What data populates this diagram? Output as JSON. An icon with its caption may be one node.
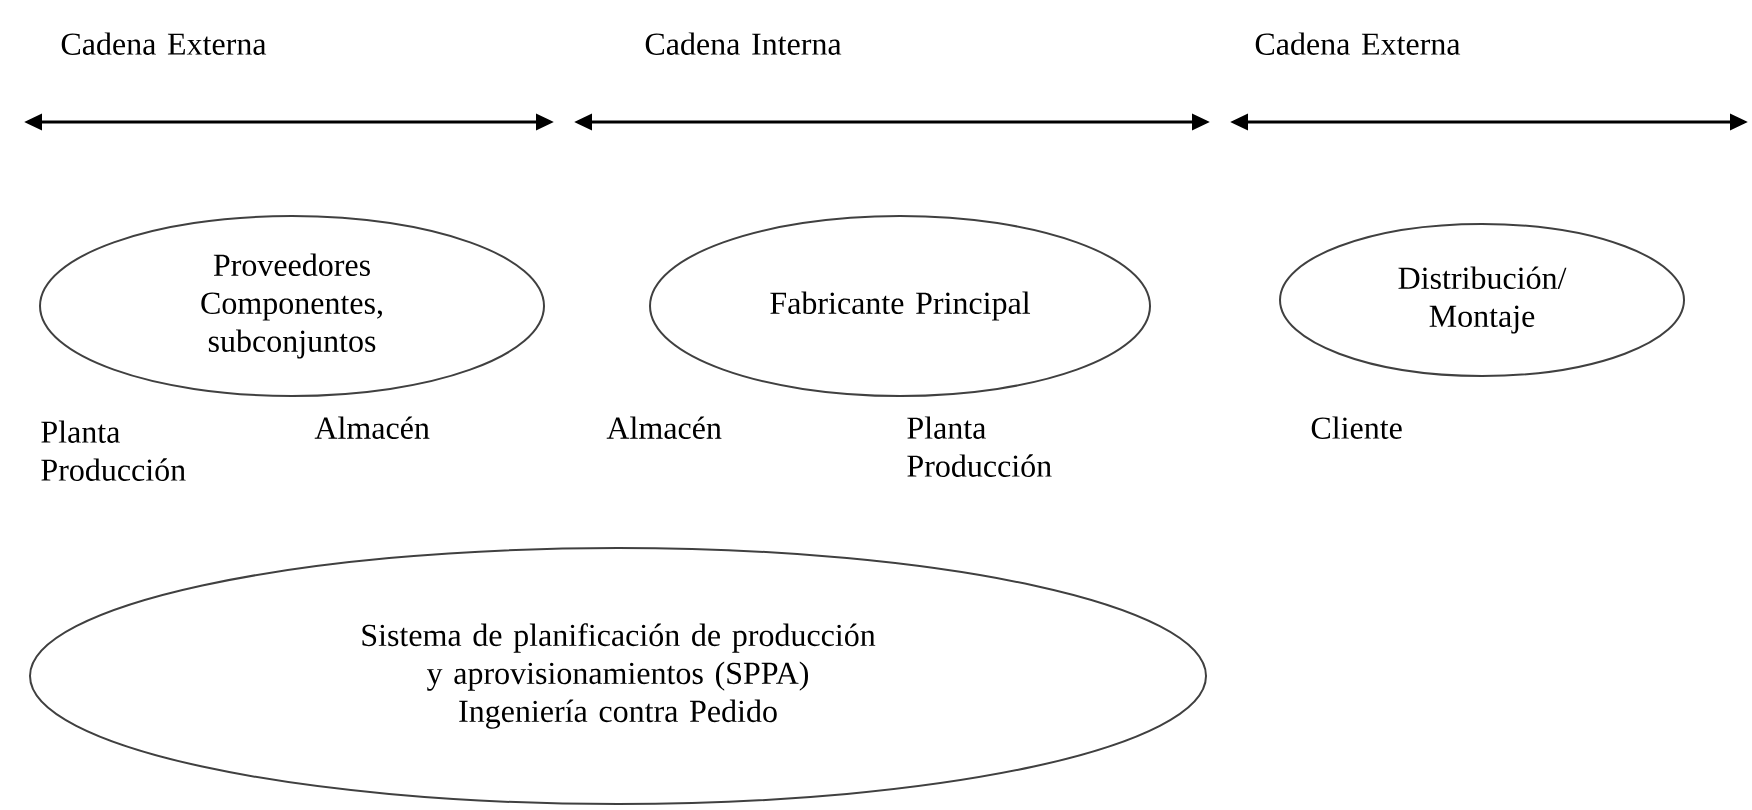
{
  "diagram": {
    "nodes": [
      {
        "text": [
          "Proveedores Componentes, subconjuntos"
        ]
      },
      {
        "text": [
          "Fabricante Principal"
        ]
      },
      {
        "text": [
          "Distribución/ Montaje"
        ]
      },
      {
        "text": [
          "Sistema de planificación de producción y aprovisionamientos (SPPA)",
          "Ingeniería contra Pedido"
        ]
      }
    ],
    "labels": [
      "Cadena Externa",
      "Cadena Interna",
      "Cadena Externa",
      "Planta Producción",
      "Almacén",
      "Almacén",
      "Planta Producción",
      "Cliente"
    ]
  }
}
